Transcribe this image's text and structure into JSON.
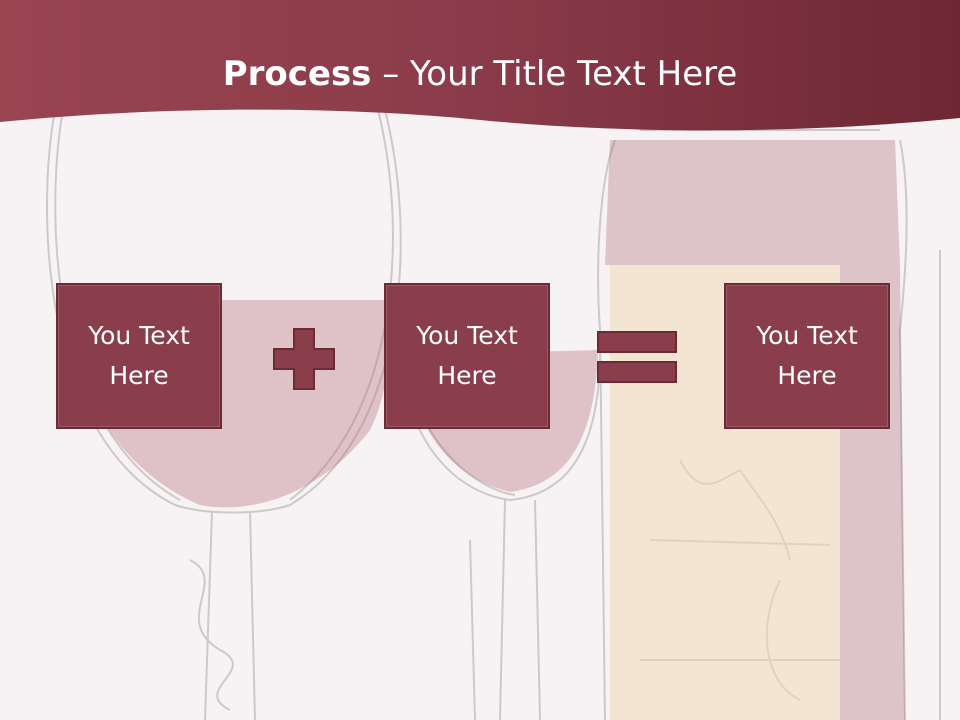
{
  "slide": {
    "title_bold": "Process",
    "title_rest": " – Your Title Text Here"
  },
  "process": {
    "boxes": [
      {
        "label": "You Text Here"
      },
      {
        "label": "You Text Here"
      },
      {
        "label": "You Text Here"
      }
    ],
    "operators": [
      "plus",
      "equals"
    ]
  },
  "colors": {
    "accent": "#8a3d4a",
    "accent_dark": "#6b2a35",
    "header": "#8e3f4d",
    "background": "#f7f3f4"
  },
  "icons": [
    "plus-icon",
    "equals-icon"
  ],
  "background_art": "wine-glasses-and-bottle-sketch"
}
